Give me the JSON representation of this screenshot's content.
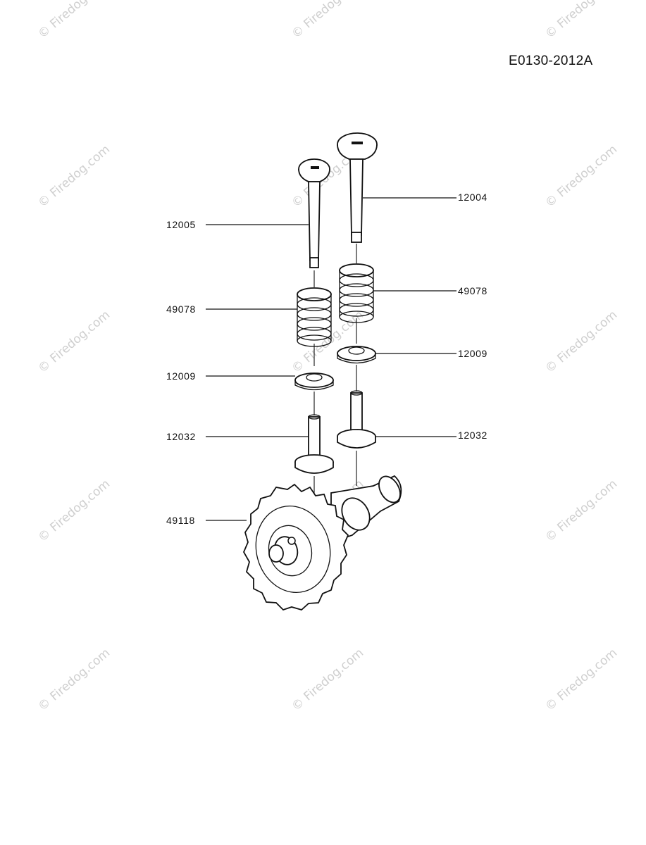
{
  "diagram_number": "E0130-2012A",
  "watermark": "© Firedog.com",
  "callouts": {
    "c12005": "12005",
    "c12004": "12004",
    "c49078_left": "49078",
    "c49078_right": "49078",
    "c12009_left": "12009",
    "c12009_right": "12009",
    "c12032_left": "12032",
    "c12032_right": "12032",
    "c49118": "49118"
  }
}
